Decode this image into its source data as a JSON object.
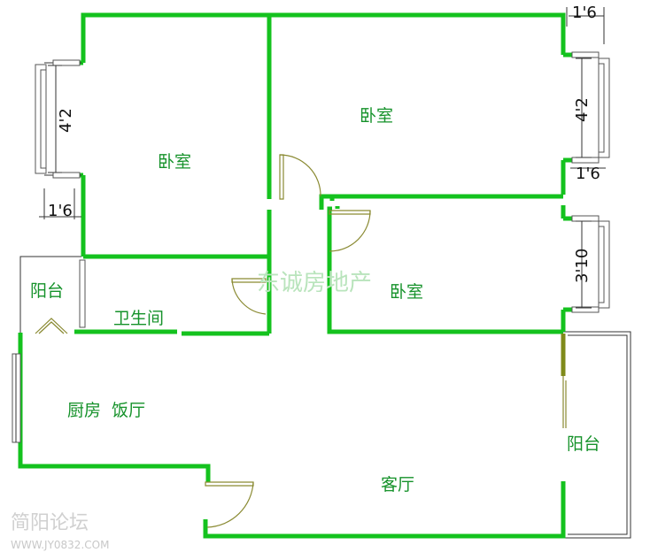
{
  "rooms": {
    "bedroom_tl": "卧室",
    "bedroom_tr": "卧室",
    "bedroom_mid": "卧室",
    "balcony_left": "阳台",
    "bathroom": "卫生间",
    "kitchen_dining": "厨房  饭厅",
    "living_room": "客厅",
    "balcony_right": "阳台"
  },
  "dimensions": {
    "left_window": "4'2",
    "left_offset": "1'6",
    "right_top_offset": "1'6",
    "right_top_window": "4'2",
    "right_mid_offset": "1'6",
    "right_lower_window": "3'10"
  },
  "watermarks": {
    "agency": "东诚房地产",
    "forum": "简阳论坛",
    "site": "WWW.JY0832.COM"
  },
  "colors": {
    "wall": "#14c21e",
    "label": "#15922a",
    "door": "#8a8a32"
  }
}
